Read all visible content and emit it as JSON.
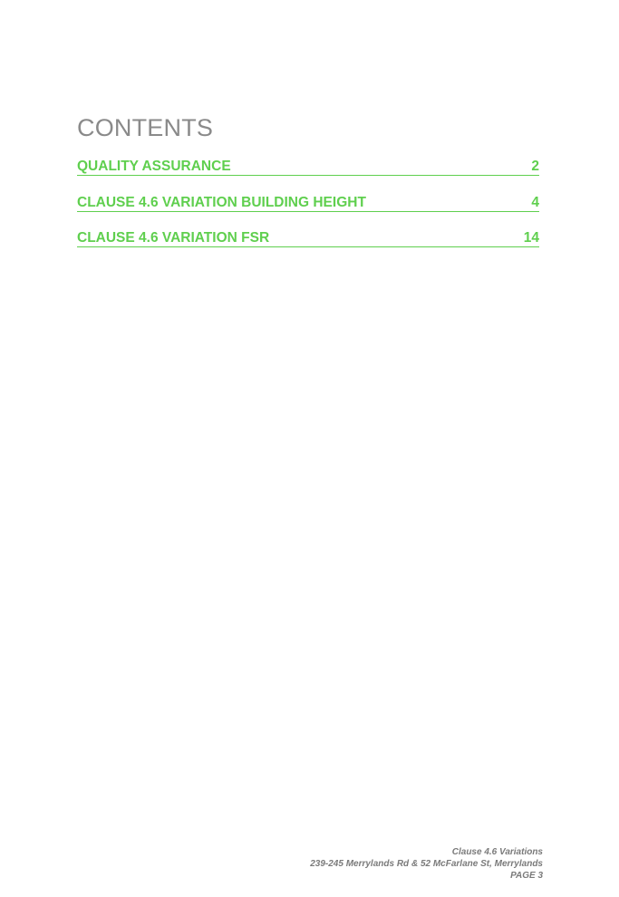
{
  "heading": "CONTENTS",
  "toc": [
    {
      "title": "QUALITY ASSURANCE",
      "page": "2"
    },
    {
      "title": "CLAUSE 4.6 VARIATION BUILDING HEIGHT",
      "page": "4"
    },
    {
      "title": "CLAUSE 4.6 VARIATION FSR",
      "page": "14"
    }
  ],
  "footer": {
    "line1": "Clause 4.6 Variations",
    "line2": "239-245 Merrylands Rd & 52 McFarlane St, Merrylands",
    "line3": "PAGE 3"
  },
  "colors": {
    "accent_green": "#5fcf4e",
    "heading_gray": "#8a8a8a",
    "footer_gray": "#7a7a7a"
  }
}
